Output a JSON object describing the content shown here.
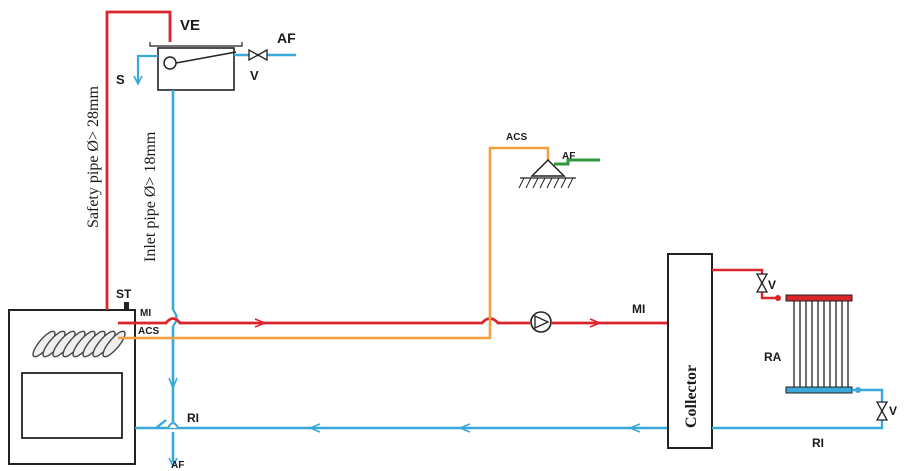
{
  "labels": {
    "ve": "VE",
    "af_top": "AF",
    "v_top": "V",
    "s": "S",
    "safety_pipe": "Safety pipe Ø> 28mm",
    "inlet_pipe": "Inlet pipe Ø> 18mm",
    "acs_tap": "ACS",
    "af_tap": "AF",
    "st": "ST",
    "mi_left": "MI",
    "acs_left": "ACS",
    "mi_right": "MI",
    "ri_left": "RI",
    "af_bottom": "AF",
    "collector": "Collector",
    "v_radiator_top": "V",
    "ra": "RA",
    "v_radiator_bottom": "V",
    "ri_right": "RI"
  },
  "colors": {
    "flow_pipe": "#d9252b",
    "return_pipe": "#3aa8d8",
    "dhw_pipe": "#f0a040",
    "cold_supply": "#2e9a3a",
    "outline": "#222222"
  },
  "icons": {
    "pump": "circulation-pump-icon",
    "valve": "valve-icon",
    "tap": "tap-icon",
    "float": "float-valve-icon"
  }
}
